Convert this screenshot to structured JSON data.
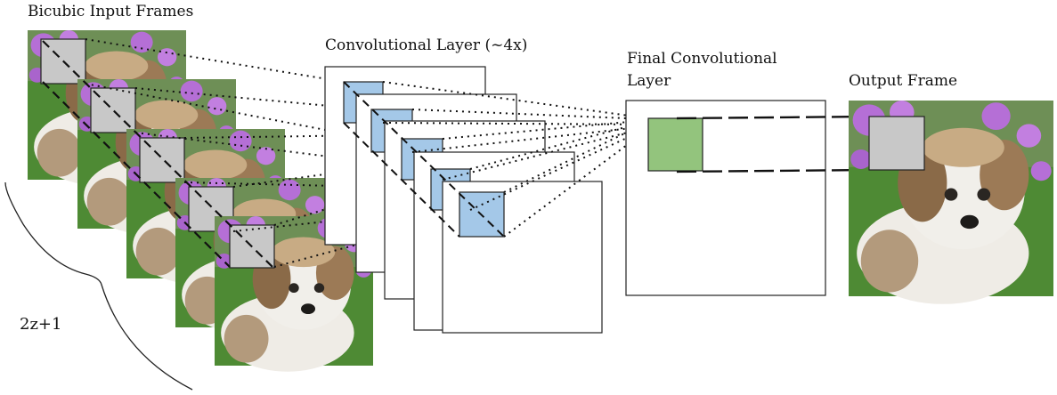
{
  "labels": {
    "input_frames": "Bicubic Input Frames",
    "conv_layer": "Convolutional Layer  (~4x)",
    "final_conv_line1": "Final Convolutional",
    "final_conv_line2": "Layer",
    "output_frame": "Output Frame",
    "frame_count": "2z+1"
  },
  "colors": {
    "patch_gray": "#c8c8c8",
    "feature_blue": "#a4c8e8",
    "output_green": "#93c47d",
    "grass": "#4e8a34",
    "fur_white": "#f1efea",
    "fur_brown": "#8a6a48",
    "flowers": "#b56fd6"
  },
  "icons": [
    "puppy-photo",
    "gray-patch",
    "blue-kernel",
    "green-patch",
    "curly-brace"
  ]
}
